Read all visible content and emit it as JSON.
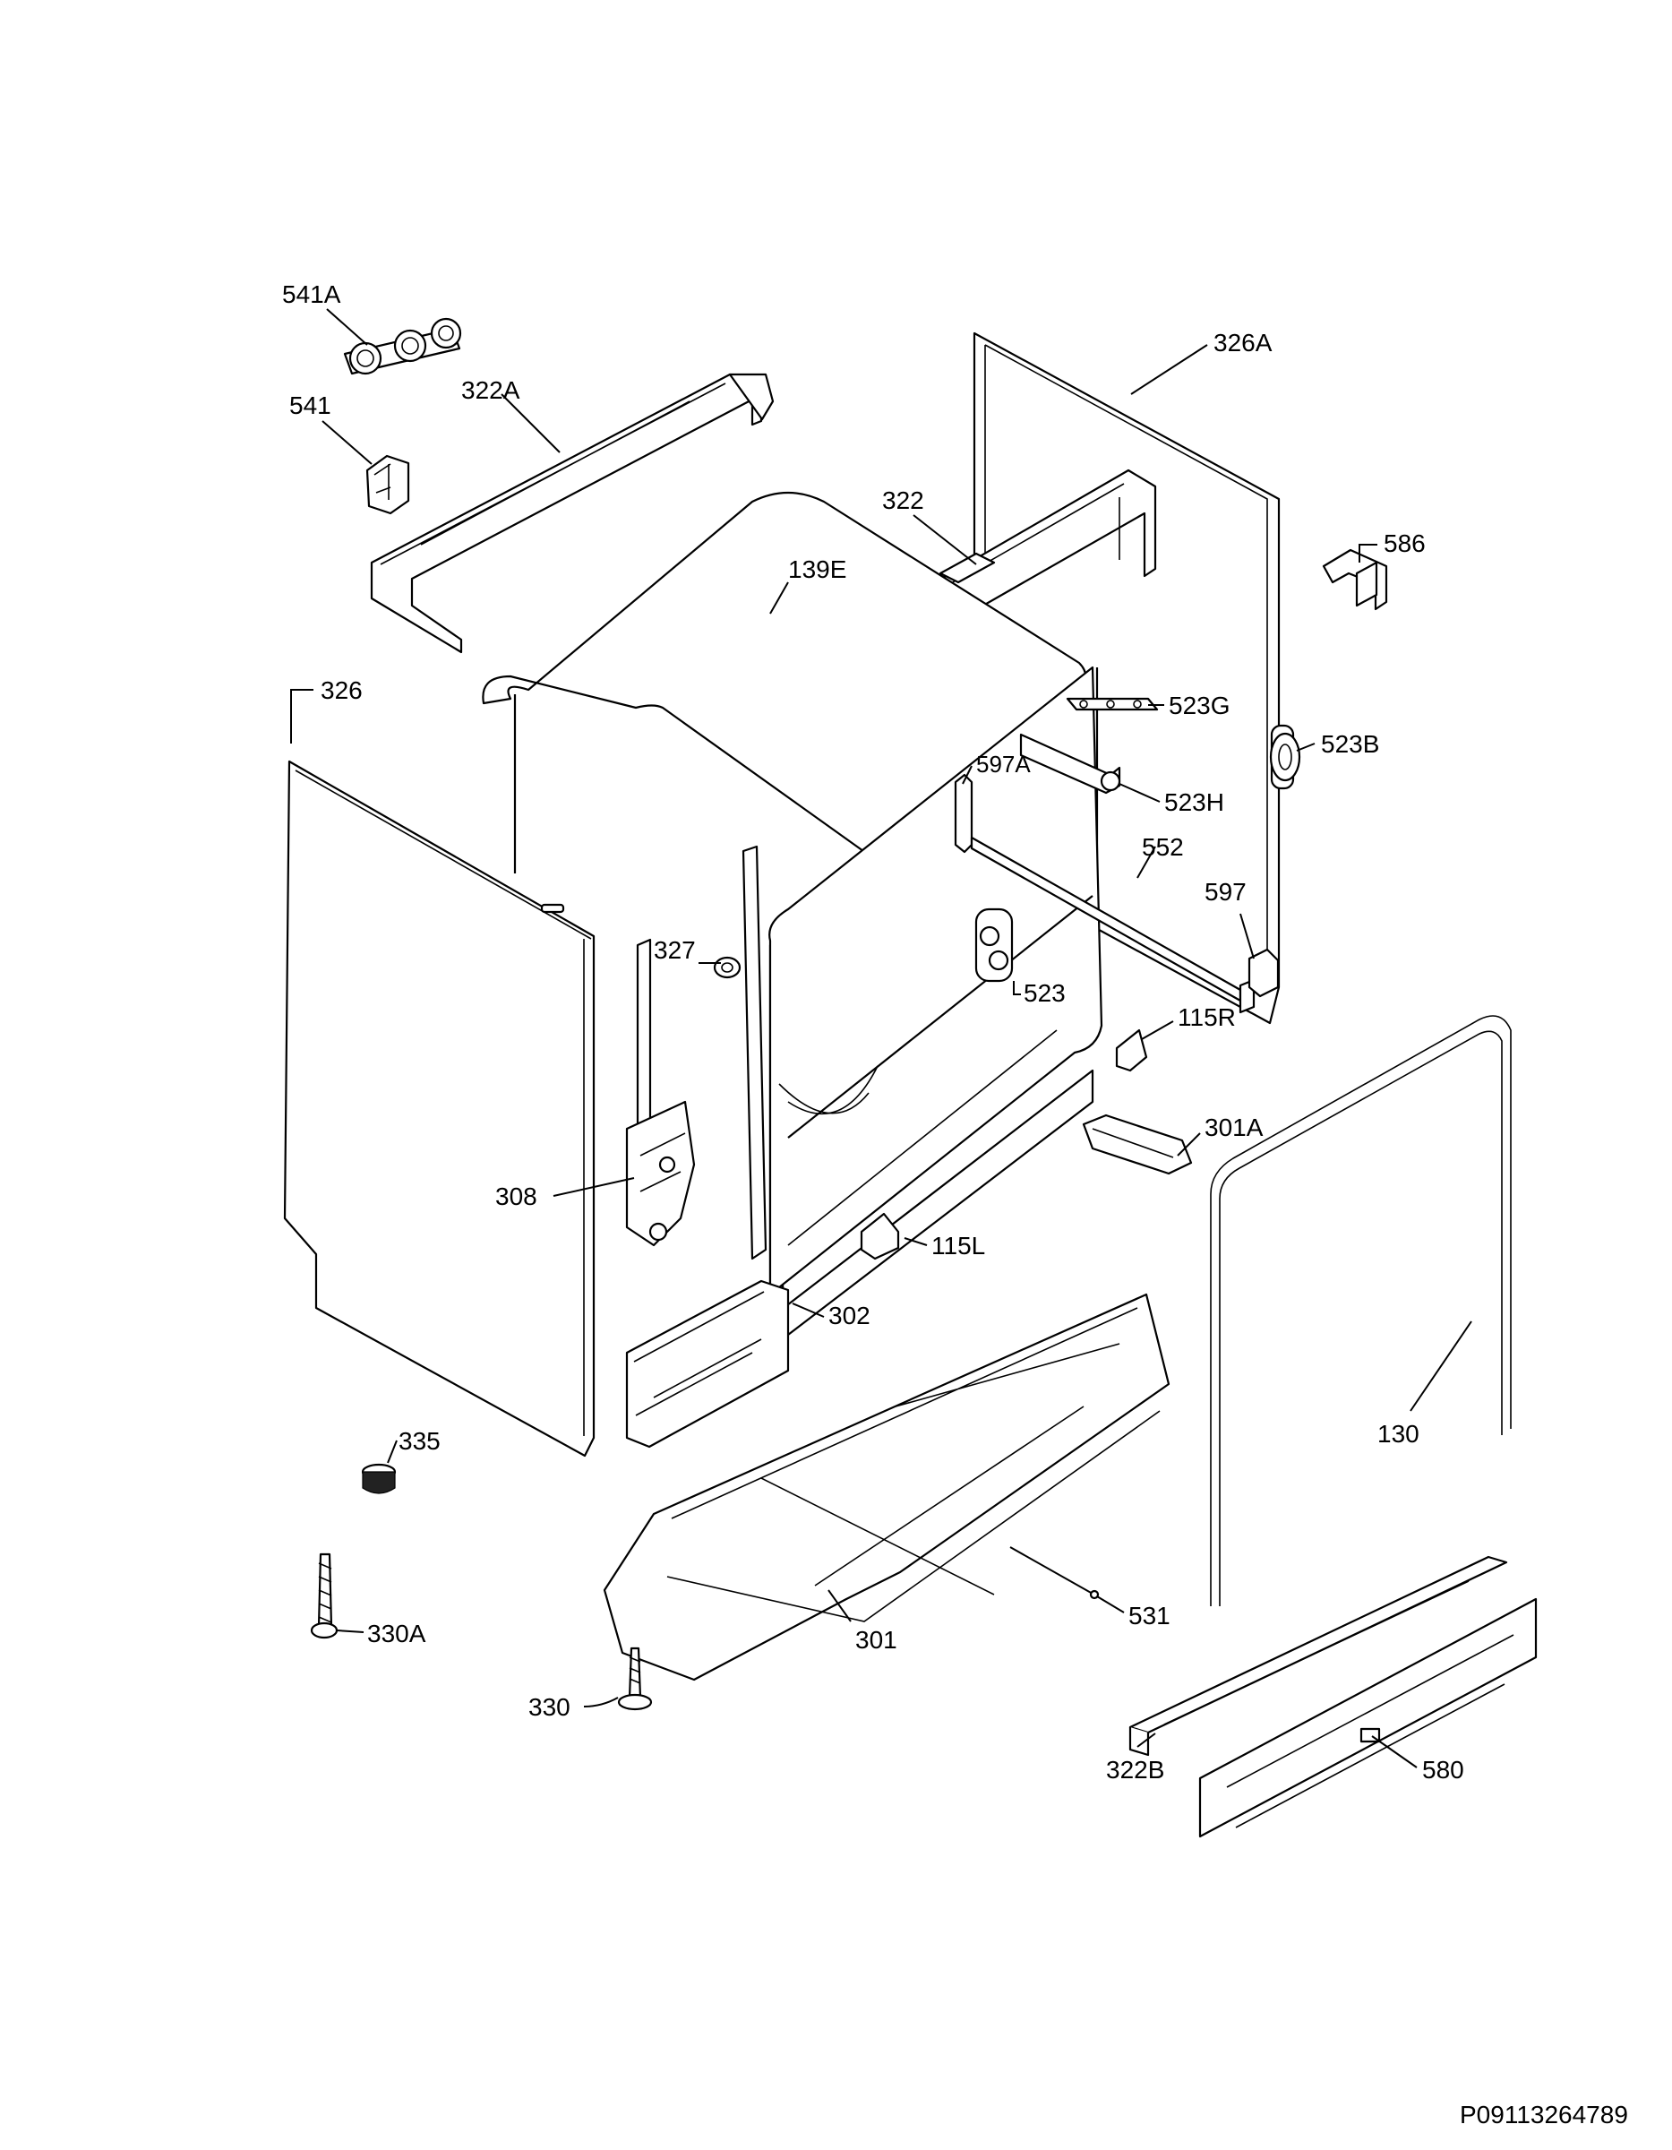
{
  "diagram": {
    "doc_ref": "P09113264789",
    "labels": {
      "l541A": "541A",
      "l541": "541",
      "l322A": "322A",
      "l326A": "326A",
      "l322": "322",
      "l586": "586",
      "l139E": "139E",
      "l326": "326",
      "l523G": "523G",
      "l523B": "523B",
      "l597A": "597A",
      "l523H": "523H",
      "l552": "552",
      "l597": "597",
      "l327": "327",
      "l523": "523",
      "l115R": "115R",
      "l301A": "301A",
      "l308": "308",
      "l115L": "115L",
      "l302": "302",
      "l335": "335",
      "l130": "130",
      "l330A": "330A",
      "l531": "531",
      "l301": "301",
      "l330": "330",
      "l322B": "322B",
      "l580": "580"
    }
  }
}
